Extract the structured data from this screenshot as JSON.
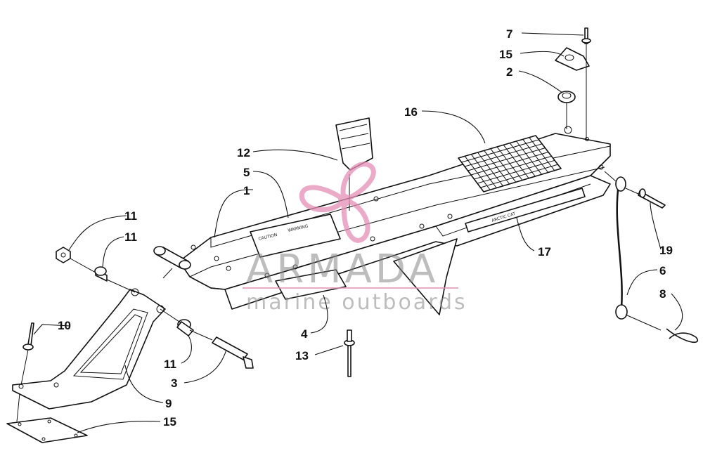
{
  "watermark": {
    "brand": "ARMADA",
    "tagline": "marine outboards",
    "accent_color": "#e58fb6"
  },
  "callouts": [
    {
      "id": "c1",
      "label": "1"
    },
    {
      "id": "c2",
      "label": "2"
    },
    {
      "id": "c3",
      "label": "3"
    },
    {
      "id": "c4",
      "label": "4"
    },
    {
      "id": "c5",
      "label": "5"
    },
    {
      "id": "c6",
      "label": "6"
    },
    {
      "id": "c7",
      "label": "7"
    },
    {
      "id": "c8",
      "label": "8"
    },
    {
      "id": "c9",
      "label": "9"
    },
    {
      "id": "c10",
      "label": "10"
    },
    {
      "id": "c11a",
      "label": "11"
    },
    {
      "id": "c11b",
      "label": "11"
    },
    {
      "id": "c12",
      "label": "12"
    },
    {
      "id": "c13",
      "label": "13"
    },
    {
      "id": "c14",
      "label": "14"
    },
    {
      "id": "c15",
      "label": "15"
    },
    {
      "id": "c16",
      "label": "16"
    },
    {
      "id": "c17",
      "label": "17"
    },
    {
      "id": "c18",
      "label": "18"
    },
    {
      "id": "c19",
      "label": "19"
    }
  ],
  "decals": {
    "caution": "CAUTION",
    "warning": "WARNING"
  }
}
